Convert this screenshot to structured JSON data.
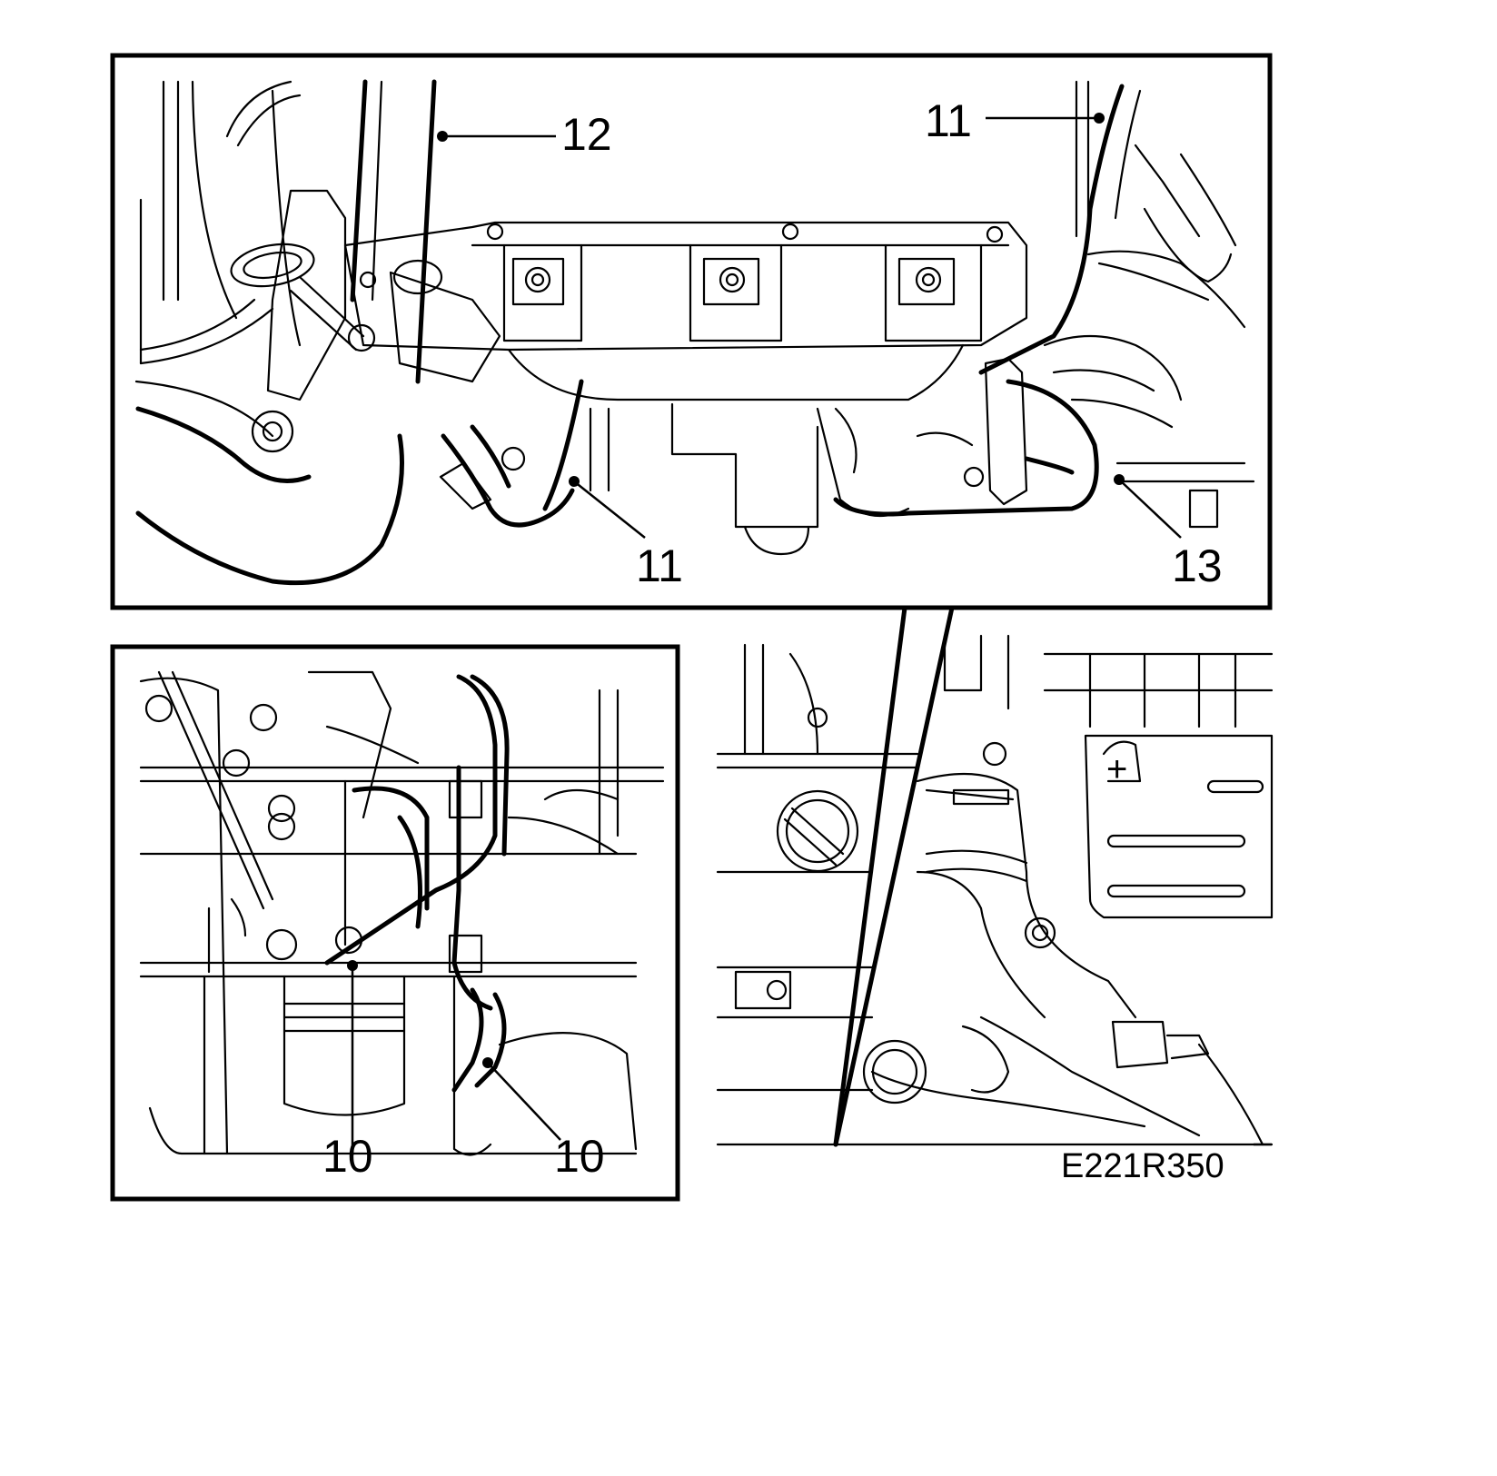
{
  "figure": {
    "code": "E221R350",
    "callouts": {
      "top_12": "12",
      "top_11_right": "11",
      "top_11_lower": "11",
      "top_13": "13",
      "bottom_10_left": "10",
      "bottom_10_right": "10"
    }
  }
}
